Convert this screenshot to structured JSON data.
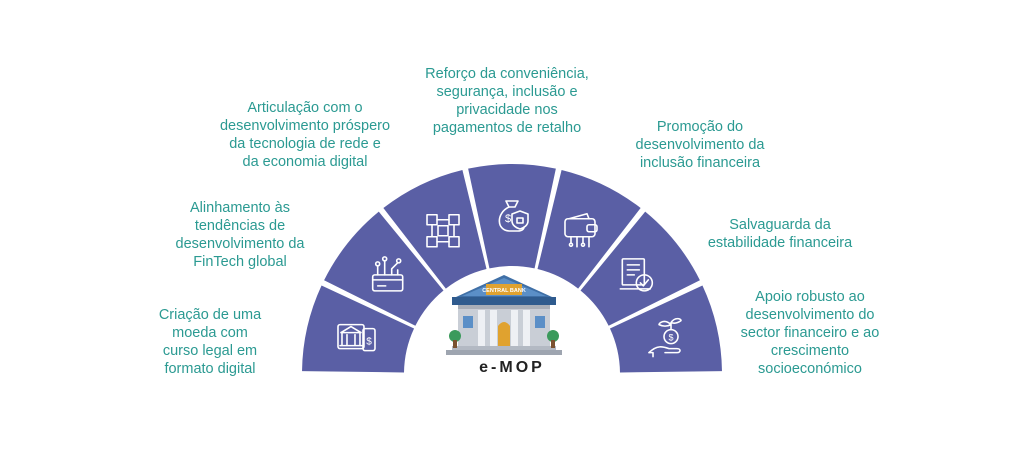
{
  "title": "e-MOP",
  "building_sign": "CENTRAL BANK",
  "colors": {
    "segment": "#5a5fa5",
    "segment_icon": "#ffffff",
    "label_text": "#2b9a92",
    "title_text": "#222222"
  },
  "segments": [
    {
      "icon": "bank-phone-dollar-icon",
      "label": [
        "Criação de uma",
        "moeda com",
        "curso legal em",
        "formato digital"
      ]
    },
    {
      "icon": "circuit-card-icon",
      "label": [
        "Alinhamento às",
        "tendências de",
        "desenvolvimento da",
        "FinTech global"
      ]
    },
    {
      "icon": "blockchain-cubes-icon",
      "label": [
        "Articulação com o",
        "desenvolvimento próspero",
        "da tecnologia de rede e",
        "da economia digital"
      ]
    },
    {
      "icon": "money-bag-shield-icon",
      "label": [
        "Reforço da conveniência,",
        "segurança, inclusão e",
        "privacidade nos",
        "pagamentos de retalho"
      ]
    },
    {
      "icon": "digital-wallet-icon",
      "label": [
        "Promoção do",
        "desenvolvimento da",
        "inclusão financeira"
      ]
    },
    {
      "icon": "certificate-document-icon",
      "label": [
        "Salvaguarda da",
        "estabilidade financeira"
      ]
    },
    {
      "icon": "plant-coin-hand-icon",
      "label": [
        "Apoio robusto ao",
        "desenvolvimento do",
        "sector financeiro e ao",
        "crescimento",
        "socioeconómico"
      ]
    }
  ]
}
